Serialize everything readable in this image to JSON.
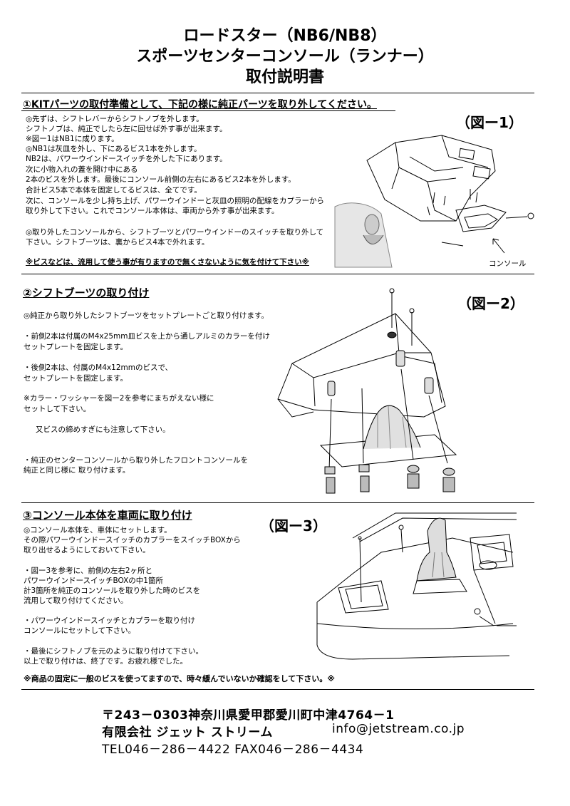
{
  "title": {
    "line1": "ロードスター（NB6/NB8）",
    "line2": "スポーツセンターコンソール（ランナー）",
    "line3": "取付説明書"
  },
  "section1": {
    "heading": "①KITパーツの取付準備として、下記の様に純正パーツを取り外してください。",
    "lines": [
      "◎先ずは、シフトレバーからシフトノブを外します。",
      "シフトノブは、純正でしたら左に回せば外す事が出来ます。",
      "※図ー1はNB1に成ります。",
      "◎NB1は灰皿を外し、下にあるビス1本を外します。",
      "NB2は、パワーウインドースイッチを外した下にあります。",
      "次に小物入れの蓋を開け中にある",
      "2本のビスを外します。最後にコンソール前側の左右にあるビス2本を外します。",
      "合計ビス5本で本体を固定してるビスは、全てです。",
      "次に、コンソールを少し持ち上げ、パワーウインドーと灰皿の照明の配線をカプラーから",
      "取り外して下さい。これでコンソール本体は、車両から外す事が出来ます。",
      "◎取り外したコンソールから、シフトブーツとパワーウインドーのスイッチを取り外して",
      "下さい。シフトブーツは、裏からビス4本で外れます。"
    ],
    "warning": "※ビスなどは、流用して使う事が有りますので無くさないように気を付けて下さい※",
    "figure_label": "（図ー1）",
    "figure_caption": "コンソール"
  },
  "section2": {
    "heading": "②シフトブーツの取り付け",
    "lines": [
      "◎純正から取り外したシフトブーツをセットプレートごと取り付けます。",
      "・前側2本は付属のM4x25mm皿ビスを上から通しアルミのカラーを付け",
      "  セットプレートを固定します。",
      "・後側2本は、付属のM4x12mmのビスで、",
      "  セットプレートを固定します。",
      "※カラー・ワッシャーを図ー2を参考にまちがえない様に",
      "  セットして下さい。",
      "又ビスの締めすぎにも注意して下さい。",
      "・純正のセンターコンソールから取り外したフロントコンソールを",
      "  純正と同じ様に  取り付けます。"
    ],
    "figure_label": "（図ー2）"
  },
  "section3": {
    "heading": "③コンソール本体を車両に取り付け",
    "lines": [
      "◎コンソール本体を、車体にセットします。",
      "  その際パワーウインドースイッチのカプラーをスイッチBOXから",
      "  取り出せるようにしておいて下さい。",
      "・図ー3を参考に、前側の左右2ヶ所と",
      "  パワーウインドースイッチBOXの中1箇所",
      "  計3箇所を純正のコンソールを取り外した時のビスを",
      "  流用して取り付けてください。",
      "・パワーウインドースイッチとカプラーを取り付け",
      "  コンソールにセットして下さい。",
      "・最後にシフトノブを元のように取り付けて下さい。",
      "  以上で取り付けは、終了です。お疲れ様でした。"
    ],
    "figure_label": "（図ー3）"
  },
  "notice": "※商品の固定に一般のビスを使ってますので、時々緩んでいないか確認をして下さい。※",
  "footer": {
    "address": "〒243－0303神奈川県愛甲郡愛川町中津4764－1",
    "company": "有限会社  ジェット  ストリーム",
    "email": "info@jetstream.co.jp",
    "phone": "TEL046－286－4422  FAX046－286－4434"
  }
}
